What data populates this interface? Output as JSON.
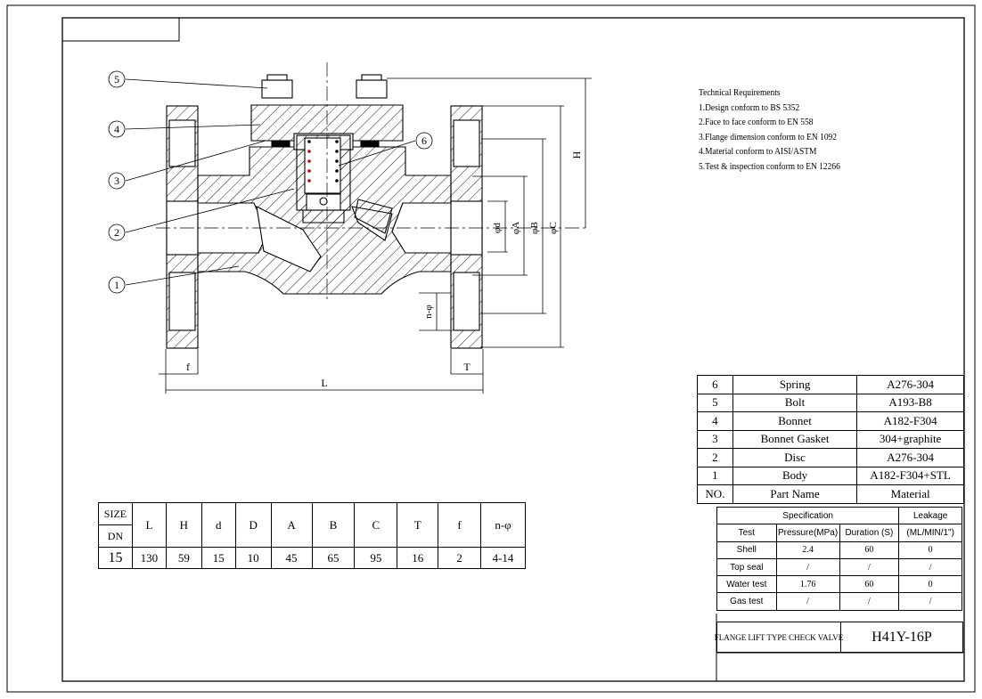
{
  "technical_requirements": {
    "heading": "Technical Requirements",
    "items": [
      "1.Design conform to BS 5352",
      "2.Face to face conform to EN 558",
      "3.Flange dimension conform to EN 1092",
      "4.Material conform to AISI/ASTM",
      "5.Test & inspection conform to EN 12266"
    ]
  },
  "callouts": [
    "5",
    "4",
    "3",
    "2",
    "1",
    "6"
  ],
  "dimension_labels": {
    "H": "H",
    "d": "φd",
    "A": "φA",
    "B": "φB",
    "C": "φC",
    "n": "n-φ",
    "f": "f",
    "T": "T",
    "L": "L"
  },
  "parts_table": {
    "header": {
      "no": "NO.",
      "name": "Part Name",
      "material": "Material"
    },
    "rows": [
      {
        "no": "6",
        "name": "Spring",
        "material": "A276-304"
      },
      {
        "no": "5",
        "name": "Bolt",
        "material": "A193-B8"
      },
      {
        "no": "4",
        "name": "Bonnet",
        "material": "A182-F304"
      },
      {
        "no": "3",
        "name": "Bonnet Gasket",
        "material": "304+graphite"
      },
      {
        "no": "2",
        "name": "Disc",
        "material": "A276-304"
      },
      {
        "no": "1",
        "name": "Body",
        "material": "A182-F304+STL"
      }
    ]
  },
  "spec_table": {
    "specification": "Specification",
    "leakage": "Leakage",
    "headers": [
      "Test",
      "Pressure(MPa)",
      "Duration (S)",
      "(ML/MIN/1\")"
    ],
    "rows": [
      {
        "test": "Shell",
        "pressure": "2.4",
        "duration": "60",
        "leakage": "0"
      },
      {
        "test": "Top seal",
        "pressure": "/",
        "duration": "/",
        "leakage": "/"
      },
      {
        "test": "Water test",
        "pressure": "1.76",
        "duration": "60",
        "leakage": "0"
      },
      {
        "test": "Gas test",
        "pressure": "/",
        "duration": "/",
        "leakage": "/"
      }
    ]
  },
  "title_block": {
    "product_name": "FLANGE LIFT TYPE CHECK VALVE",
    "model": "H41Y-16P"
  },
  "dimensions_table": {
    "size_label": "SIZE",
    "dn_label": "DN",
    "columns": [
      "L",
      "H",
      "d",
      "D",
      "A",
      "B",
      "C",
      "T",
      "f",
      "n-φ"
    ],
    "dn_value": "15",
    "values": [
      "130",
      "59",
      "15",
      "10",
      "45",
      "65",
      "95",
      "16",
      "2",
      "4-14"
    ]
  }
}
